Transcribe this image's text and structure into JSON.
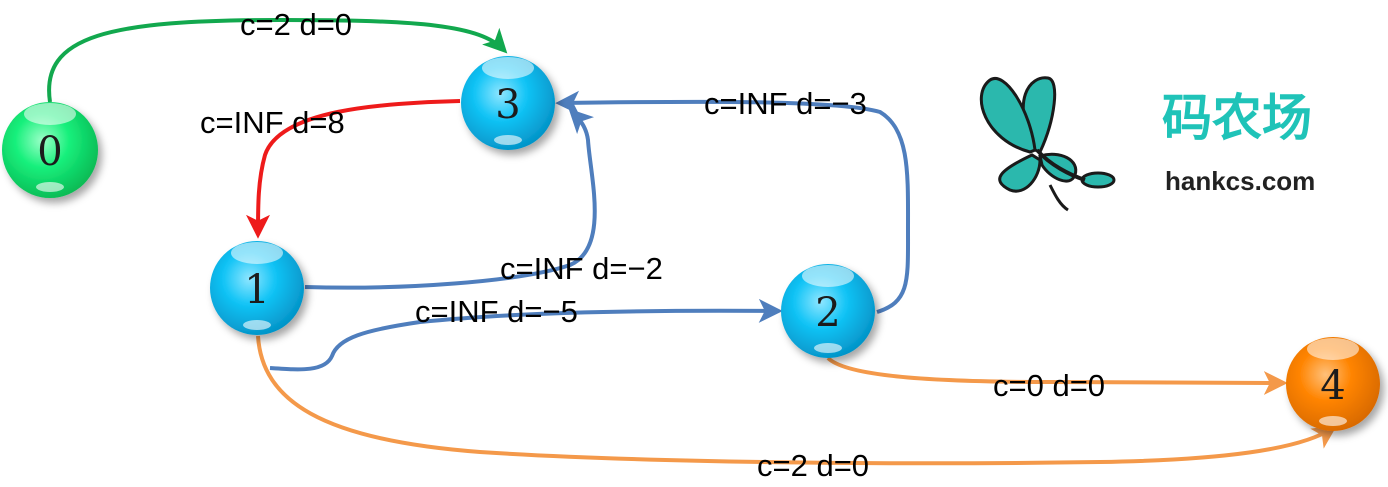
{
  "nodes": [
    {
      "id": "0",
      "label": "0",
      "color": "#16f07a"
    },
    {
      "id": "3",
      "label": "3",
      "color": "#10c4f5"
    },
    {
      "id": "1",
      "label": "1",
      "color": "#10c4f5"
    },
    {
      "id": "2",
      "label": "2",
      "color": "#10c4f5"
    },
    {
      "id": "4",
      "label": "4",
      "color": "#ff8200"
    }
  ],
  "edges": [
    {
      "from": "0",
      "to": "3",
      "label": "c=2 d=0",
      "color": "#12a84e"
    },
    {
      "from": "3",
      "to": "1",
      "label": "c=INF d=8",
      "color": "#ee1b1b"
    },
    {
      "from": "2",
      "to": "3",
      "label": "c=INF d=−3",
      "color": "#4f7ebd"
    },
    {
      "from": "1",
      "to": "3",
      "label": "c=INF d=−2",
      "color": "#4f7ebd"
    },
    {
      "from": "1",
      "to": "2",
      "label": "c=INF d=−5",
      "color": "#4f7ebd"
    },
    {
      "from": "2",
      "to": "4",
      "label": "c=0 d=0",
      "color": "#f4994a"
    },
    {
      "from": "1",
      "to": "4",
      "label": "c=2 d=0",
      "color": "#f4994a"
    }
  ],
  "watermark": {
    "title": "码农场",
    "url": "hankcs.com",
    "icon": "butterfly-icon",
    "colors": {
      "brand": "#1fc3b8",
      "wing": "#2bb8ad",
      "outline": "#1a1a1a"
    }
  }
}
